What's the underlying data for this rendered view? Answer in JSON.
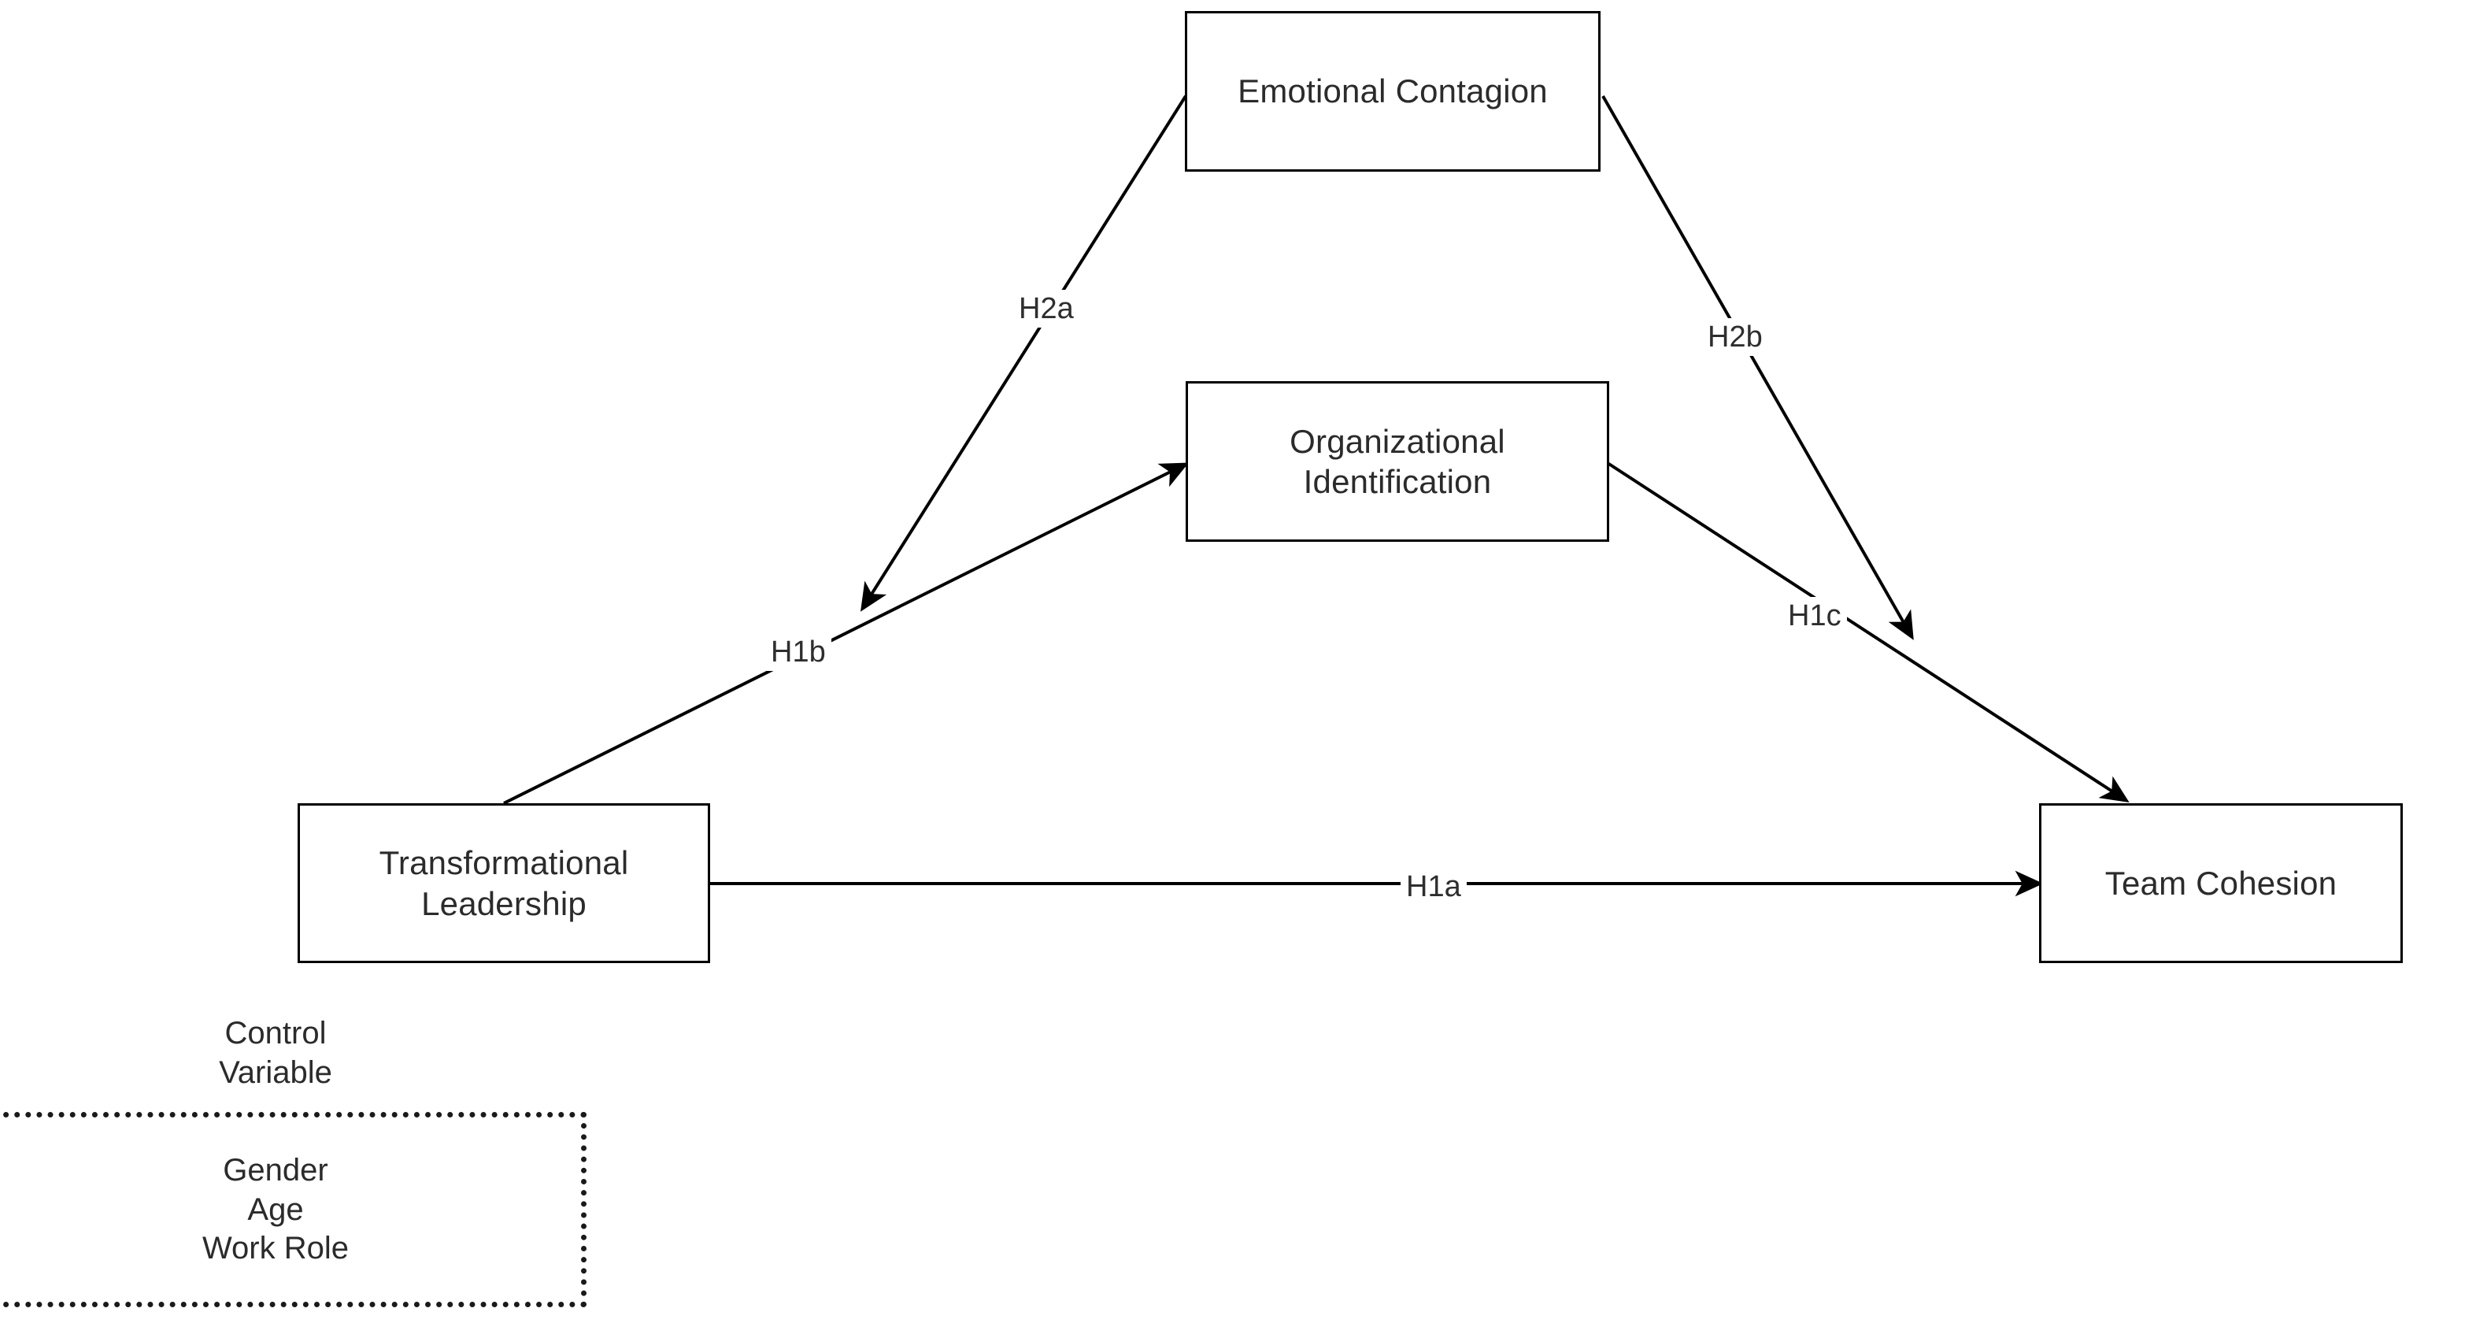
{
  "diagram": {
    "type": "conceptual-research-model",
    "background_color": "#ffffff",
    "line_color": "#000000",
    "text_color": "#2b2b2b",
    "nodes": [
      {
        "id": "emotional-contagion",
        "label": "Emotional Contagion"
      },
      {
        "id": "organizational-identification",
        "label": "Organizational\nIdentification"
      },
      {
        "id": "transformational-leadership",
        "label": "Transformational\nLeadership"
      },
      {
        "id": "team-cohesion",
        "label": "Team Cohesion"
      }
    ],
    "edges": [
      {
        "id": "h2a",
        "label": "H2a",
        "from": "emotional-contagion",
        "to": "transformational-leadership",
        "arrow": "single"
      },
      {
        "id": "h2b",
        "label": "H2b",
        "from": "emotional-contagion",
        "to": "team-cohesion",
        "arrow": "single"
      },
      {
        "id": "h1b",
        "label": "H1b",
        "from": "transformational-leadership",
        "to": "organizational-identification",
        "arrow": "single"
      },
      {
        "id": "h1c",
        "label": "H1c",
        "from": "organizational-identification",
        "to": "team-cohesion",
        "arrow": "single"
      },
      {
        "id": "h1a",
        "label": "H1a",
        "from": "transformational-leadership",
        "to": "team-cohesion",
        "arrow": "single"
      }
    ],
    "control": {
      "title": "Control\nVariable",
      "items": "Gender\nAge\nWork Role",
      "border_style": "dotted"
    }
  }
}
